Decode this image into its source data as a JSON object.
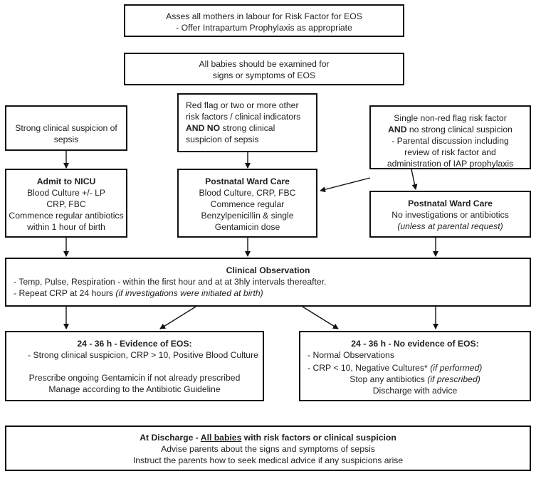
{
  "assess": {
    "line1": "Asses all mothers in labour for Risk Factor for EOS",
    "line2": "-  Offer  Intrapartum Prophylaxis as appropriate"
  },
  "examine": {
    "line1": "All babies should be examined for",
    "line2": "signs or symptoms of EOS"
  },
  "strong": {
    "line1": "Strong clinical suspicion of",
    "line2": "sepsis"
  },
  "redflag": {
    "line1": "Red flag or two or  more other",
    "line2": "risk factors / clinical indicators",
    "line3_bold": "AND NO",
    "line3_rest": "  strong clinical",
    "line4": "suspicion of sepsis"
  },
  "single": {
    "line1": "Single non-red flag risk factor",
    "line2_bold": "AND",
    "line2_rest": " no strong clinical suspicion",
    "line3": "- Parental discussion including",
    "line4": "review of risk factor and",
    "line5": "administration of  IAP prophylaxis"
  },
  "nicu": {
    "title": "Admit to NICU",
    "line1": "Blood Culture +/- LP",
    "line2": "CRP, FBC",
    "line3": "Commence regular antibiotics",
    "line4": "within 1 hour of birth"
  },
  "ward1": {
    "title": "Postnatal Ward Care",
    "line1": "Blood Culture, CRP, FBC",
    "line2": "Commence regular",
    "line3": "Benzylpenicillin & single",
    "line4": "Gentamicin dose"
  },
  "ward2": {
    "title": "Postnatal Ward Care",
    "line1": "No investigations or antibiotics",
    "line2": "(unless at parental request)"
  },
  "observation": {
    "title": "Clinical Observation",
    "line1": "- Temp, Pulse, Respiration - within the first hour and at at 3hly intervals thereafter.",
    "line2_normal": "-  Repeat CRP at 24 hours ",
    "line2_italic": "(if investigations were initiated at birth)"
  },
  "evidence": {
    "title": "24 - 36 h - Evidence of EOS:",
    "line1": "- Strong clinical suspicion, CRP > 10, Positive Blood Culture",
    "line2": "Prescribe ongoing Gentamicin if not already prescribed",
    "line3": "Manage according to the Antibiotic Guideline"
  },
  "noevidence": {
    "title": "24 - 36 h - No evidence of EOS:",
    "line1": "- Normal Observations",
    "line2_normal": "- CRP < 10, Negative Cultures* ",
    "line2_italic": "(if performed)",
    "line3_normal": "Stop any antibiotics ",
    "line3_italic": "(if prescribed)",
    "line4": "Discharge with advice"
  },
  "discharge": {
    "title_prefix": "At Discharge - ",
    "title_underlined": "All babies",
    "title_suffix": " with risk factors or clinical suspicion",
    "line1": "Advise parents about the signs and symptoms of sepsis",
    "line2": "Instruct the parents how to seek medical advice if any suspicions arise"
  }
}
